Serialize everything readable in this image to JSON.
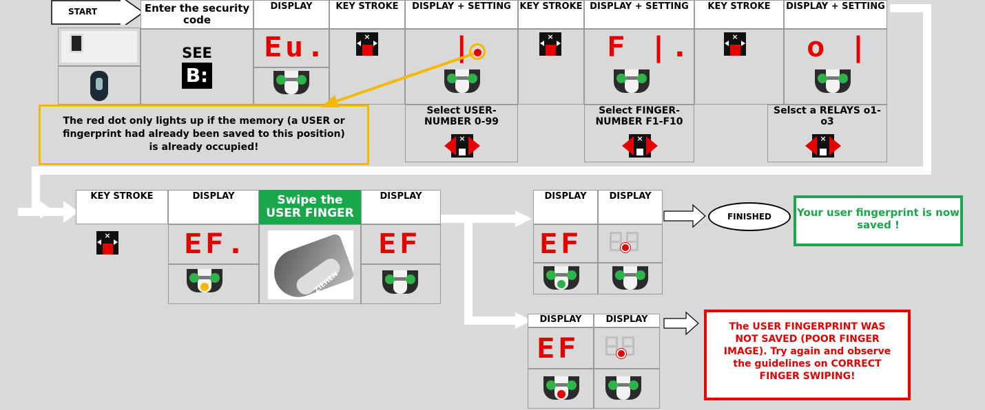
{
  "top_row": {
    "start_label": "START",
    "enter_code": "Enter the security code",
    "see": "SEE",
    "see_ref": "B:",
    "headers": [
      "DISPLAY",
      "KEY STROKE",
      "DISPLAY + SETTING",
      "KEY STROKE",
      "DISPLAY + SETTING",
      "KEY STROKE",
      "DISPLAY + SETTING"
    ],
    "displays": [
      "Eu.",
      "|",
      "F |.",
      "o |"
    ],
    "select_user": "Select USER-NUMBER 0-99",
    "select_finger": "Select FINGER-NUMBER F1-F10",
    "select_relays": "Selsct a RELAYS o1-o3",
    "note": "The red dot only lights up if the memory (a USER or fingerprint had already been saved to this position) is already occupied!"
  },
  "middle_row": {
    "headers": [
      "KEY STROKE",
      "DISPLAY",
      "DISPLAY"
    ],
    "swipe": "Swipe the USER FINGER",
    "ziehen": "ZIEHEN",
    "displays": [
      "EF.",
      "EF"
    ]
  },
  "success_branch": {
    "headers": [
      "DISPLAY",
      "DISPLAY"
    ],
    "display": "EF",
    "finished": "FINISHED",
    "message": "Your user fingerprint is now saved !"
  },
  "fail_branch": {
    "headers": [
      "DISPLAY",
      "DISPLAY"
    ],
    "display": "EF",
    "message": "The USER FINGERPRINT WAS NOT SAVED (POOR FINGER IMAGE). Try again and observe the guidelines on CORRECT FINGER SWIPING!"
  },
  "colors": {
    "background": "#d9d9d9",
    "led_red": "#e60000",
    "led_green": "#2db34a",
    "note_border": "#f5b800",
    "success_border": "#1aa64a",
    "fail_border": "#e60000",
    "swipe_header": "#1aa64a"
  }
}
